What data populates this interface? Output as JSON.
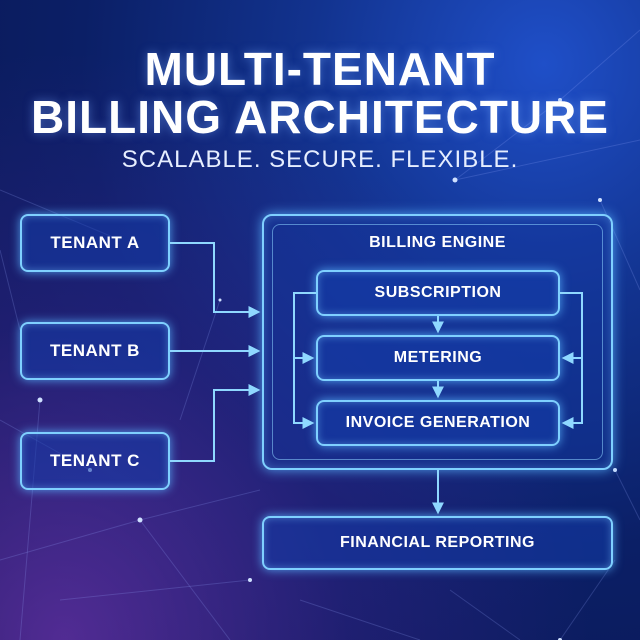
{
  "header": {
    "title_line1": "MULTI-TENANT",
    "title_line2": "BILLING ARCHITECTURE",
    "tagline": "SCALABLE. SECURE. FLEXIBLE."
  },
  "tenants": [
    "TENANT A",
    "TENANT B",
    "TENANT C"
  ],
  "engine": {
    "label": "BILLING ENGINE",
    "stages": [
      "SUBSCRIPTION",
      "METERING",
      "INVOICE GENERATION"
    ]
  },
  "output": {
    "label": "FINANCIAL REPORTING"
  },
  "colors": {
    "accent": "#7fd0ff",
    "background": "#0b1f66",
    "glow": "#5ab4ff"
  }
}
